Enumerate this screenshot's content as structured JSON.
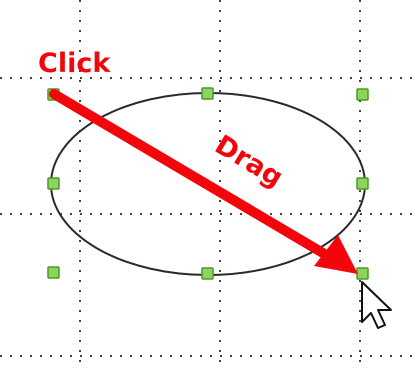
{
  "annotations": {
    "click_label": "Click",
    "drag_label": "Drag"
  },
  "colors": {
    "annotation": "#f2060c",
    "handle_fill": "#8ed35a",
    "handle_stroke": "#4a9a2a",
    "ellipse_stroke": "#2a2a2a",
    "grid_dot": "#444444",
    "background": "#ffffff"
  },
  "icons": {
    "cursor": "mouse-pointer-arrow"
  }
}
